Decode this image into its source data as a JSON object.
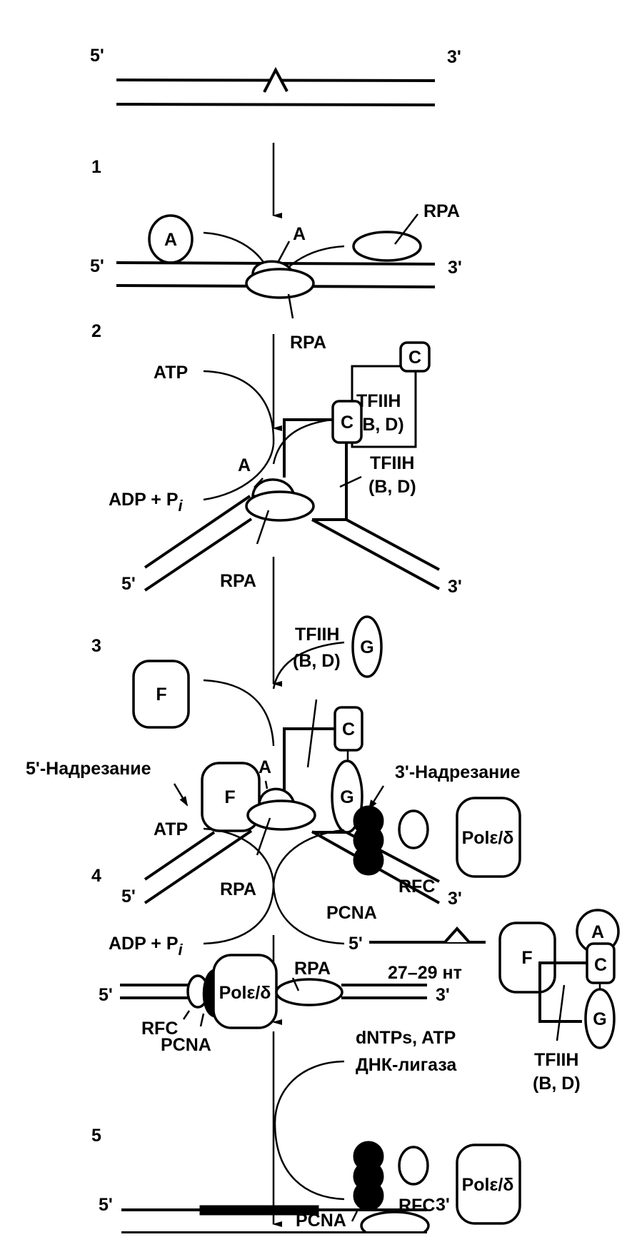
{
  "diagram": {
    "title": "Nucleotide excision repair (human)",
    "strand_ends": {
      "five": "5'",
      "three": "3'"
    },
    "steps": [
      "1",
      "2",
      "3",
      "4",
      "5"
    ],
    "proteins": {
      "A": "A",
      "C": "C",
      "F": "F",
      "G": "G",
      "rpa": "RPA",
      "tfiih": "TFIIH",
      "tfiih_sub": "(B, D)",
      "pcna": "PCNA",
      "rfc": "RFC",
      "pol": "Polε/δ"
    },
    "cofactors": {
      "atp": "ATP",
      "adp": "ADP + P",
      "pi_sub": "i",
      "dntps": "dNTPs, ATP",
      "ligase": "ДНК-лигаза"
    },
    "annotations": {
      "incision5": "5'-Надрезание",
      "incision3": "3'-Надрезание",
      "excised_length": "27–29 нт"
    }
  }
}
